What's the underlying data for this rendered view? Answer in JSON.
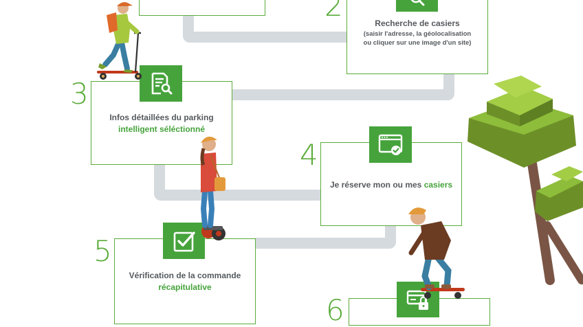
{
  "steps": [
    {
      "number": "2",
      "title": "Recherche de casiers",
      "subtitle": "(saisir l'adresse, la géolocalisation ou cliquer sur une image d'un site)",
      "icon": "search-icon"
    },
    {
      "number": "3",
      "title": "Infos détaillées du parking",
      "highlight": "intelligent séléctionné",
      "icon": "document-search-icon"
    },
    {
      "number": "4",
      "title": "Je réserve mon ou mes",
      "highlight": "casiers",
      "icon": "browser-check-icon"
    },
    {
      "number": "5",
      "title": "Vérification de la commande",
      "highlight": "récapitulative",
      "icon": "checkbox-icon"
    },
    {
      "number": "6",
      "title": "",
      "icon": "card-lock-icon"
    }
  ],
  "colors": {
    "accent": "#46a33c",
    "text": "#555a5e",
    "path": "#d5dade",
    "tree_light": "#8dbd3a",
    "tree_dark": "#5e7f22",
    "trunk": "#7a5545"
  }
}
